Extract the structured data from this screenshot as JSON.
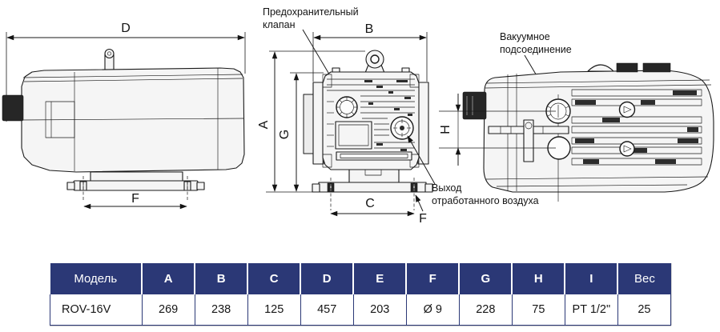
{
  "diagram": {
    "dims": {
      "A": "A",
      "B": "B",
      "C": "C",
      "D": "D",
      "F": "F",
      "G": "G",
      "H": "H"
    },
    "callouts": {
      "safety_valve_1": "Предохранительный",
      "safety_valve_2": "клапан",
      "vacuum_1": "Вакуумное",
      "vacuum_2": "подсоединение",
      "exhaust_1": "Выход",
      "exhaust_2": "отработанного воздуха"
    }
  },
  "table": {
    "headers": [
      "Модель",
      "A",
      "B",
      "C",
      "D",
      "E",
      "F",
      "G",
      "H",
      "I",
      "Вес"
    ],
    "rows": [
      [
        "ROV-16V",
        "269",
        "238",
        "125",
        "457",
        "203",
        "Ø 9",
        "228",
        "75",
        "PT 1/2\"",
        "25"
      ]
    ]
  },
  "colors": {
    "header_bg": "#2B3876",
    "header_text": "#FFFFFF",
    "line": "#1A1A1A"
  }
}
